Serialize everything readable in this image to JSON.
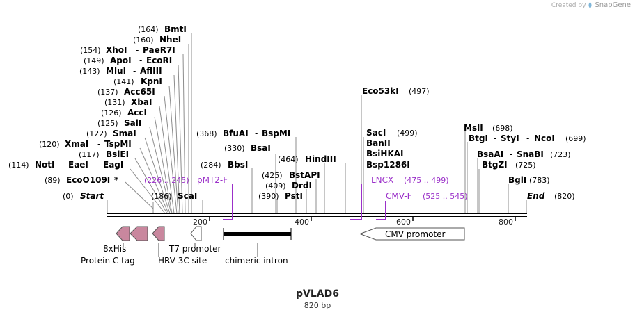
{
  "credit": {
    "created_by": "Created by",
    "brand": "SnapGene"
  },
  "plasmid": {
    "name": "pVLAD6",
    "length_label": "820 bp"
  },
  "start_label": {
    "pos": "(0)",
    "name": "Start"
  },
  "end_label": {
    "name": "End",
    "pos": "(820)"
  },
  "ruler": [
    "200",
    "400",
    "600",
    "800"
  ],
  "sites": [
    {
      "pos": "(164)",
      "name": "BmtI"
    },
    {
      "pos": "(160)",
      "name": "NheI"
    },
    {
      "pos": "(154)",
      "name": "XhoI",
      "name2": "PaeR7I"
    },
    {
      "pos": "(149)",
      "name": "ApoI",
      "name2": "EcoRI"
    },
    {
      "pos": "(143)",
      "name": "MluI",
      "name2": "AflIII"
    },
    {
      "pos": "(141)",
      "name": "KpnI"
    },
    {
      "pos": "(137)",
      "name": "Acc65I"
    },
    {
      "pos": "(131)",
      "name": "XbaI"
    },
    {
      "pos": "(126)",
      "name": "AccI"
    },
    {
      "pos": "(125)",
      "name": "SalI"
    },
    {
      "pos": "(122)",
      "name": "SmaI"
    },
    {
      "pos": "(120)",
      "name": "XmaI",
      "name2": "TspMI"
    },
    {
      "pos": "(117)",
      "name": "BsiEI"
    },
    {
      "pos": "(114)",
      "name": "NotI",
      "name2": "EaeI",
      "name3": "EagI"
    },
    {
      "pos": "(89)",
      "name": "EcoO109I",
      "star": "*"
    },
    {
      "pos": "(186)",
      "name": "ScaI"
    },
    {
      "name": "BbsI",
      "pos": "(284)"
    },
    {
      "pos": "(330)",
      "name": "BsaI"
    },
    {
      "pos": "(368)",
      "name": "BfuAI",
      "name2": "BspMI"
    },
    {
      "pos": "(390)",
      "name": "PstI"
    },
    {
      "pos": "(409)",
      "name": "DrdI"
    },
    {
      "pos": "(425)",
      "name": "BstAPI"
    },
    {
      "pos": "(464)",
      "name": "HindIII"
    },
    {
      "name": "Eco53kI",
      "pos": "(497)"
    },
    {
      "name": "SacI",
      "pos": "(499)"
    },
    {
      "name": "BanII"
    },
    {
      "name": "BsiHKAI"
    },
    {
      "name": "Bsp1286I"
    },
    {
      "name": "MslI",
      "pos": "(698)"
    },
    {
      "name": "BtgI",
      "name2": "StyI",
      "name3": "NcoI",
      "pos": "(699)"
    },
    {
      "name": "BsaAI",
      "name2": "SnaBI",
      "pos": "(723)"
    },
    {
      "name": "BtgZI",
      "pos": "(725)"
    },
    {
      "name": "BglI",
      "pos": "(783)"
    }
  ],
  "primers": [
    {
      "range": "(226 .. 245)",
      "name": "pMT2-F"
    },
    {
      "name": "LNCX",
      "range": "(475 .. 499)"
    },
    {
      "name": "CMV-F",
      "range": "(525 .. 545)"
    }
  ],
  "features": [
    {
      "name": "8xHis"
    },
    {
      "name": "Protein C tag"
    },
    {
      "name": "HRV 3C site"
    },
    {
      "name": "T7 promoter"
    },
    {
      "name": "chimeric intron"
    },
    {
      "name": "CMV promoter"
    }
  ],
  "colors": {
    "primer": "#9b30c9",
    "tag_fill": "#c9879e",
    "backbone": "#000000",
    "leader": "#8c8c8c"
  }
}
